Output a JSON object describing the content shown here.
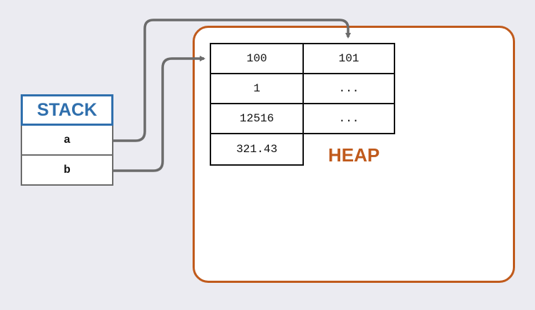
{
  "stack": {
    "title": "STACK",
    "variables": [
      "a",
      "b"
    ]
  },
  "heap": {
    "label": "HEAP",
    "array_a": [
      "100",
      "1",
      "12516",
      "321.43"
    ],
    "array_b": [
      "101",
      "...",
      "..."
    ]
  },
  "colors": {
    "stack_border": "#2f6fad",
    "heap_border": "#c05a1c",
    "arrow": "#6b6b6b",
    "background": "#ebebf1"
  }
}
